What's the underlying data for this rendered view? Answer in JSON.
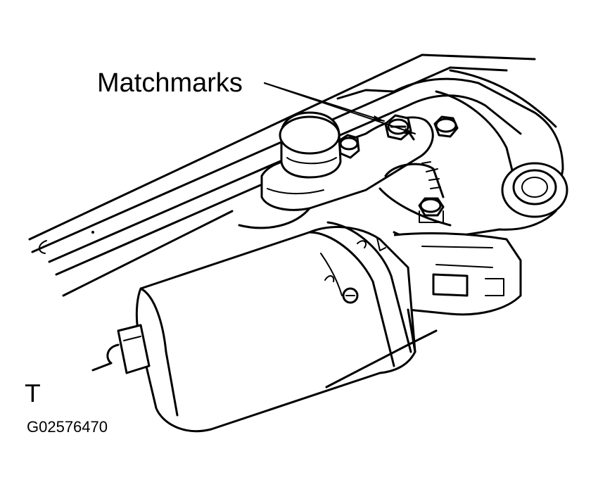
{
  "diagram": {
    "callout_label": "Matchmarks",
    "view_mark": "T",
    "figure_code": "G02576470"
  },
  "colors": {
    "ink": "#000000",
    "paper": "#ffffff"
  }
}
